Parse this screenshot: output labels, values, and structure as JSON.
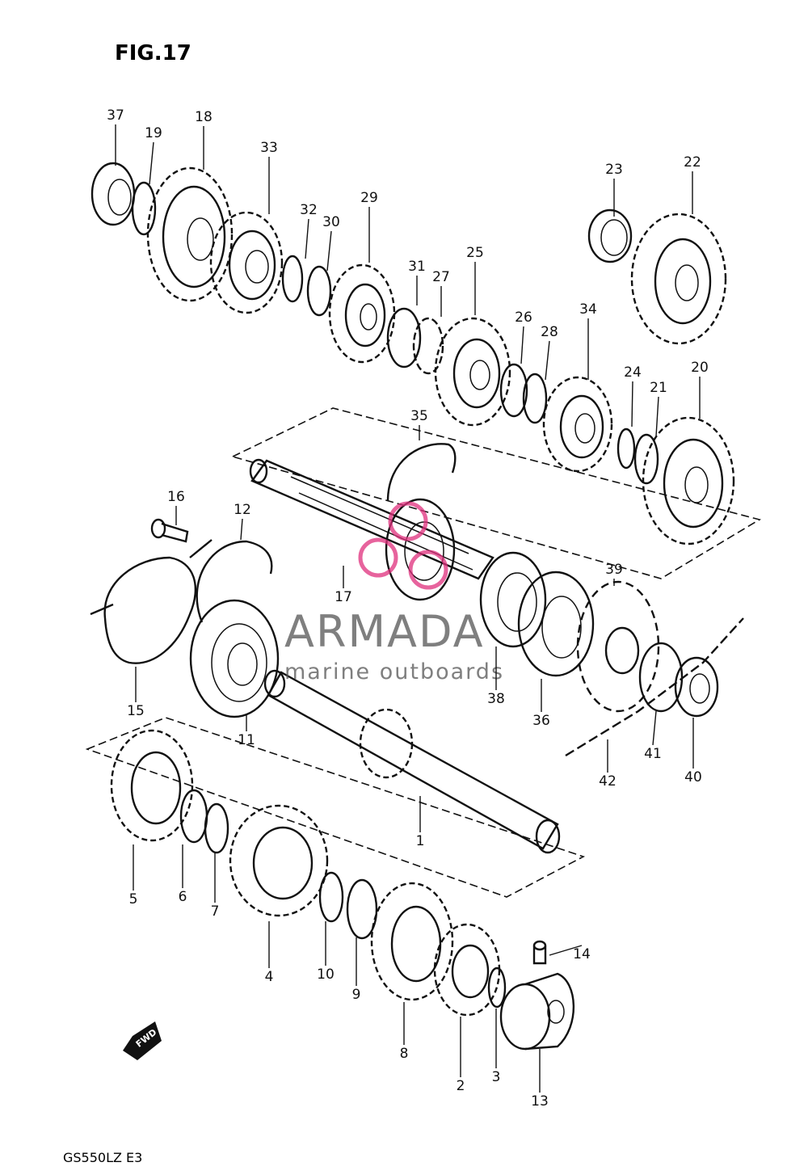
{
  "figure": {
    "title": "FIG.17",
    "model_code": "GS550LZ  E3",
    "fwd_label": "FWD"
  },
  "watermark": {
    "brand": "ARMADA",
    "tagline": "marine outboards",
    "color": "#e0307d"
  },
  "callouts": [
    "37",
    "19",
    "18",
    "33",
    "32",
    "30",
    "29",
    "31",
    "27",
    "25",
    "26",
    "28",
    "34",
    "23",
    "22",
    "24",
    "21",
    "20",
    "35",
    "16",
    "12",
    "17",
    "39",
    "15",
    "38",
    "36",
    "11",
    "41",
    "42",
    "40",
    "1",
    "5",
    "6",
    "7",
    "4",
    "10",
    "9",
    "14",
    "8",
    "2",
    "3",
    "13"
  ]
}
